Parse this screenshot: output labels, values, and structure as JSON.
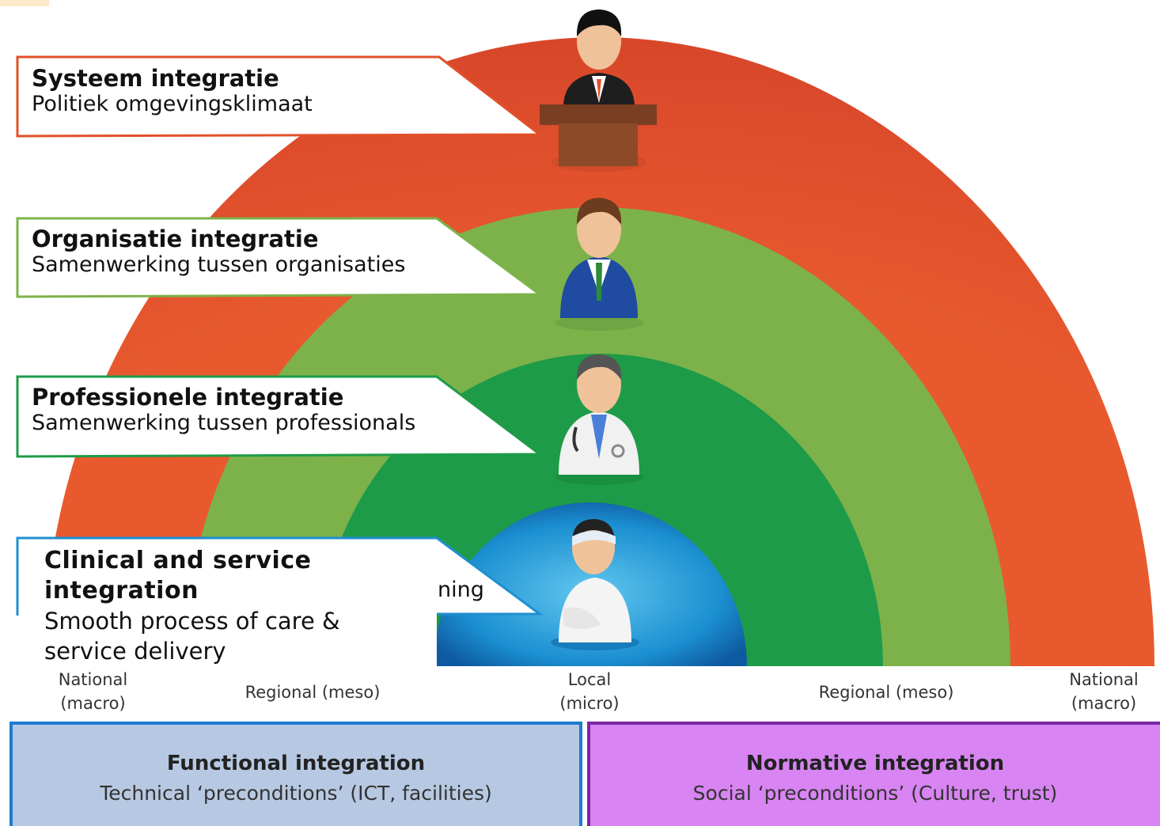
{
  "levels": [
    {
      "title": "Systeem integratie",
      "subtitle": "Politiek omgevingsklimaat",
      "color": "#e2502a",
      "figure": "politician-at-podium-icon"
    },
    {
      "title": "Organisatie integratie",
      "subtitle": "Samenwerking tussen organisaties",
      "color": "#7db24a",
      "figure": "manager-in-suit-icon"
    },
    {
      "title": "Professionele integratie",
      "subtitle": "Samenwerking tussen professionals",
      "color": "#1e9b48",
      "figure": "doctor-with-stethoscope-icon"
    },
    {
      "title": "Clinical and service integration",
      "subtitle": "Smooth process of care & service delivery",
      "color": "#1f8fd0",
      "figure": "injured-patient-icon",
      "hidden_fragment": "ning"
    }
  ],
  "scale_labels": {
    "left_national": "National (macro)",
    "left_regional": "Regional (meso)",
    "local": "Local (micro)",
    "right_regional": "Regional (meso)",
    "right_national": "National (macro)"
  },
  "functional": {
    "title": "Functional integration",
    "subtitle": "Technical ‘preconditions’ (ICT, facilities)",
    "color": "#b7c9e2"
  },
  "normative": {
    "title": "Normative integration",
    "subtitle": "Social ‘preconditions’ (Culture, trust)",
    "color": "#d884f2"
  }
}
